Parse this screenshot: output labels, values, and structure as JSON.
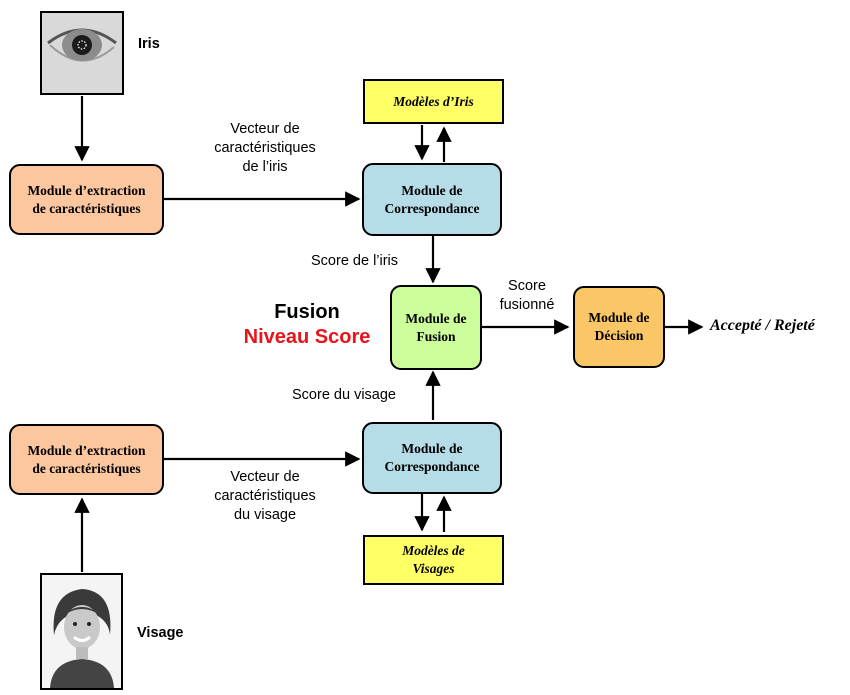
{
  "inputs": {
    "iris_label": "Iris",
    "visage_label": "Visage"
  },
  "modules": {
    "extraction_iris": [
      "Module d’extraction",
      "de caractéristiques"
    ],
    "extraction_visage": [
      "Module d’extraction",
      "de caractéristiques"
    ],
    "match_iris": [
      "Module de",
      "Correspondance"
    ],
    "match_visage": [
      "Module de",
      "Correspondance"
    ],
    "fusion": [
      "Module de",
      "Fusion"
    ],
    "decision": [
      "Module de",
      "Décision"
    ]
  },
  "templates": {
    "iris": [
      "Modèles d’Iris"
    ],
    "visage": [
      "Modèles de",
      "Visages"
    ]
  },
  "edge_labels": {
    "feature_vector_iris": [
      "Vecteur de",
      "caractéristiques",
      "de l’iris"
    ],
    "feature_vector_visage": [
      "Vecteur de",
      "caractéristiques",
      "du visage"
    ],
    "score_iris": "Score de l’iris",
    "score_visage": "Score du visage",
    "score_fused": [
      "Score",
      "fusionné"
    ]
  },
  "fusion_title": {
    "line1": "Fusion",
    "line2": "Niveau Score",
    "line2_color": "#e8141b"
  },
  "output": "Accepté / Rejeté",
  "colors": {
    "extraction": "#fcc79f",
    "correspondance": "#b6dde7",
    "fusion": "#ccfe9c",
    "decision": "#fbc766",
    "models": "#ffff66"
  }
}
